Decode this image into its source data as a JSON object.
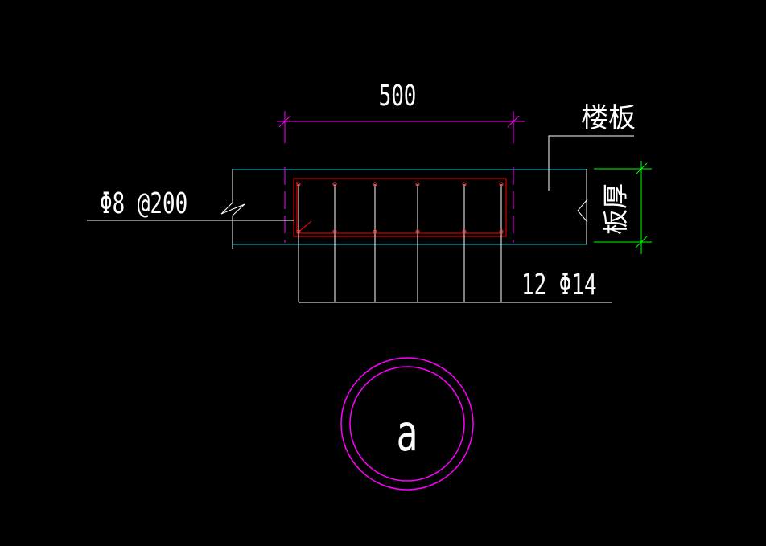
{
  "colors": {
    "background": "#000000",
    "white": "#ffffff",
    "magenta": "#ff00ff",
    "cyan": "#00c8c8",
    "red": "#ff0000",
    "green": "#00ff00"
  },
  "dimension": {
    "width_label": "500"
  },
  "labels": {
    "stirrup": "Φ8 @200",
    "floor_slab": "楼板",
    "slab_thickness": "板厚",
    "rebar": "12 Φ14",
    "section_mark": "a"
  }
}
